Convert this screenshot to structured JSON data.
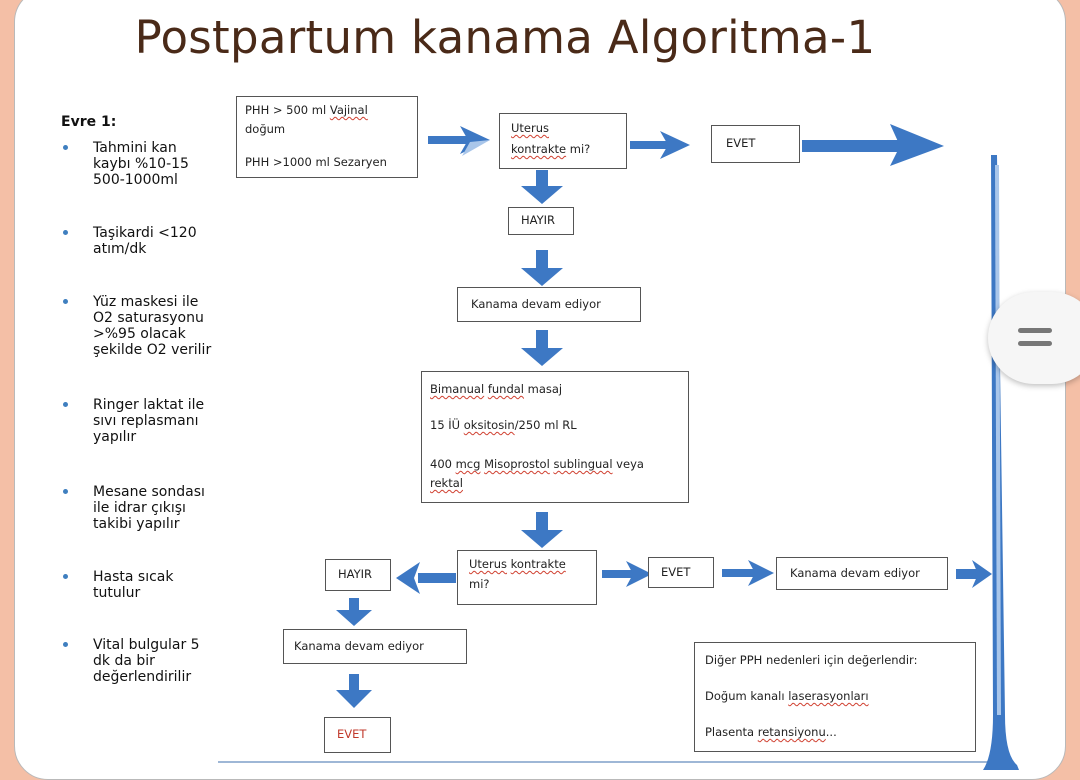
{
  "title": "Postpartum kanama Algoritma-1",
  "stage": {
    "heading": "Evre 1:",
    "bullets": [
      "Tahmini kan\nkaybı %10-15\n500-1000ml",
      "Taşikardi <120\natım/dk",
      "Yüz maskesi ile\nO2 saturasyonu\n>%95 olacak\nşekilde O2 verilir",
      "Ringer laktat ile\nsıvı replasmanı\nyapılır",
      "Mesane sondası\nile idrar çıkışı\ntakibi yapılır",
      "Hasta sıcak\ntutulur",
      "Vital bulgular 5\ndk da bir\ndeğerlendirilir"
    ]
  },
  "flow": {
    "start": {
      "line1a": "PHH > 500 ml ",
      "line1b": "Vajinal",
      "line2": "doğum",
      "line3": "PHH >1000 ml Sezaryen"
    },
    "q1": {
      "a": "Uterus",
      "b": "kontrakte",
      "c": " mi?"
    },
    "evet1": "EVET",
    "hayir1": "HAYIR",
    "bleed1": "Kanama devam ediyor",
    "treat": {
      "l1a": "Bimanual",
      "l1b": "fundal",
      "l1c": " masaj",
      "l2a": "15 İÜ ",
      "l2b": "oksitosin",
      "l2c": "/250 ml RL",
      "l3a": "400 ",
      "l3b": "mcg",
      "l3c": " ",
      "l3d": "Misoprostol",
      "l3e": " ",
      "l3f": "sublingual",
      "l3g": "  veya",
      "l4": "rektal"
    },
    "q2": {
      "a": "Uterus",
      "b": "kontrakte",
      "c": "mi?"
    },
    "hayir2": "HAYIR",
    "evet2": "EVET",
    "bleed2": "Kanama devam ediyor",
    "bleed3": "Kanama devam ediyor",
    "evet3": "EVET",
    "other": {
      "l1": "Diğer PPH nedenleri için değerlendir:",
      "l2a": "Doğum kanalı ",
      "l2b": "laserasyonları",
      "l3a": "Plasenta ",
      "l3b": "retansiyonu",
      "l3c": "..."
    }
  },
  "colors": {
    "arrow": "#3d78c4",
    "arrowLight": "#a9c6ea",
    "title": "#4a2a18",
    "page": "#f4bfa6"
  },
  "icons": [
    "menu-handle-icon"
  ]
}
